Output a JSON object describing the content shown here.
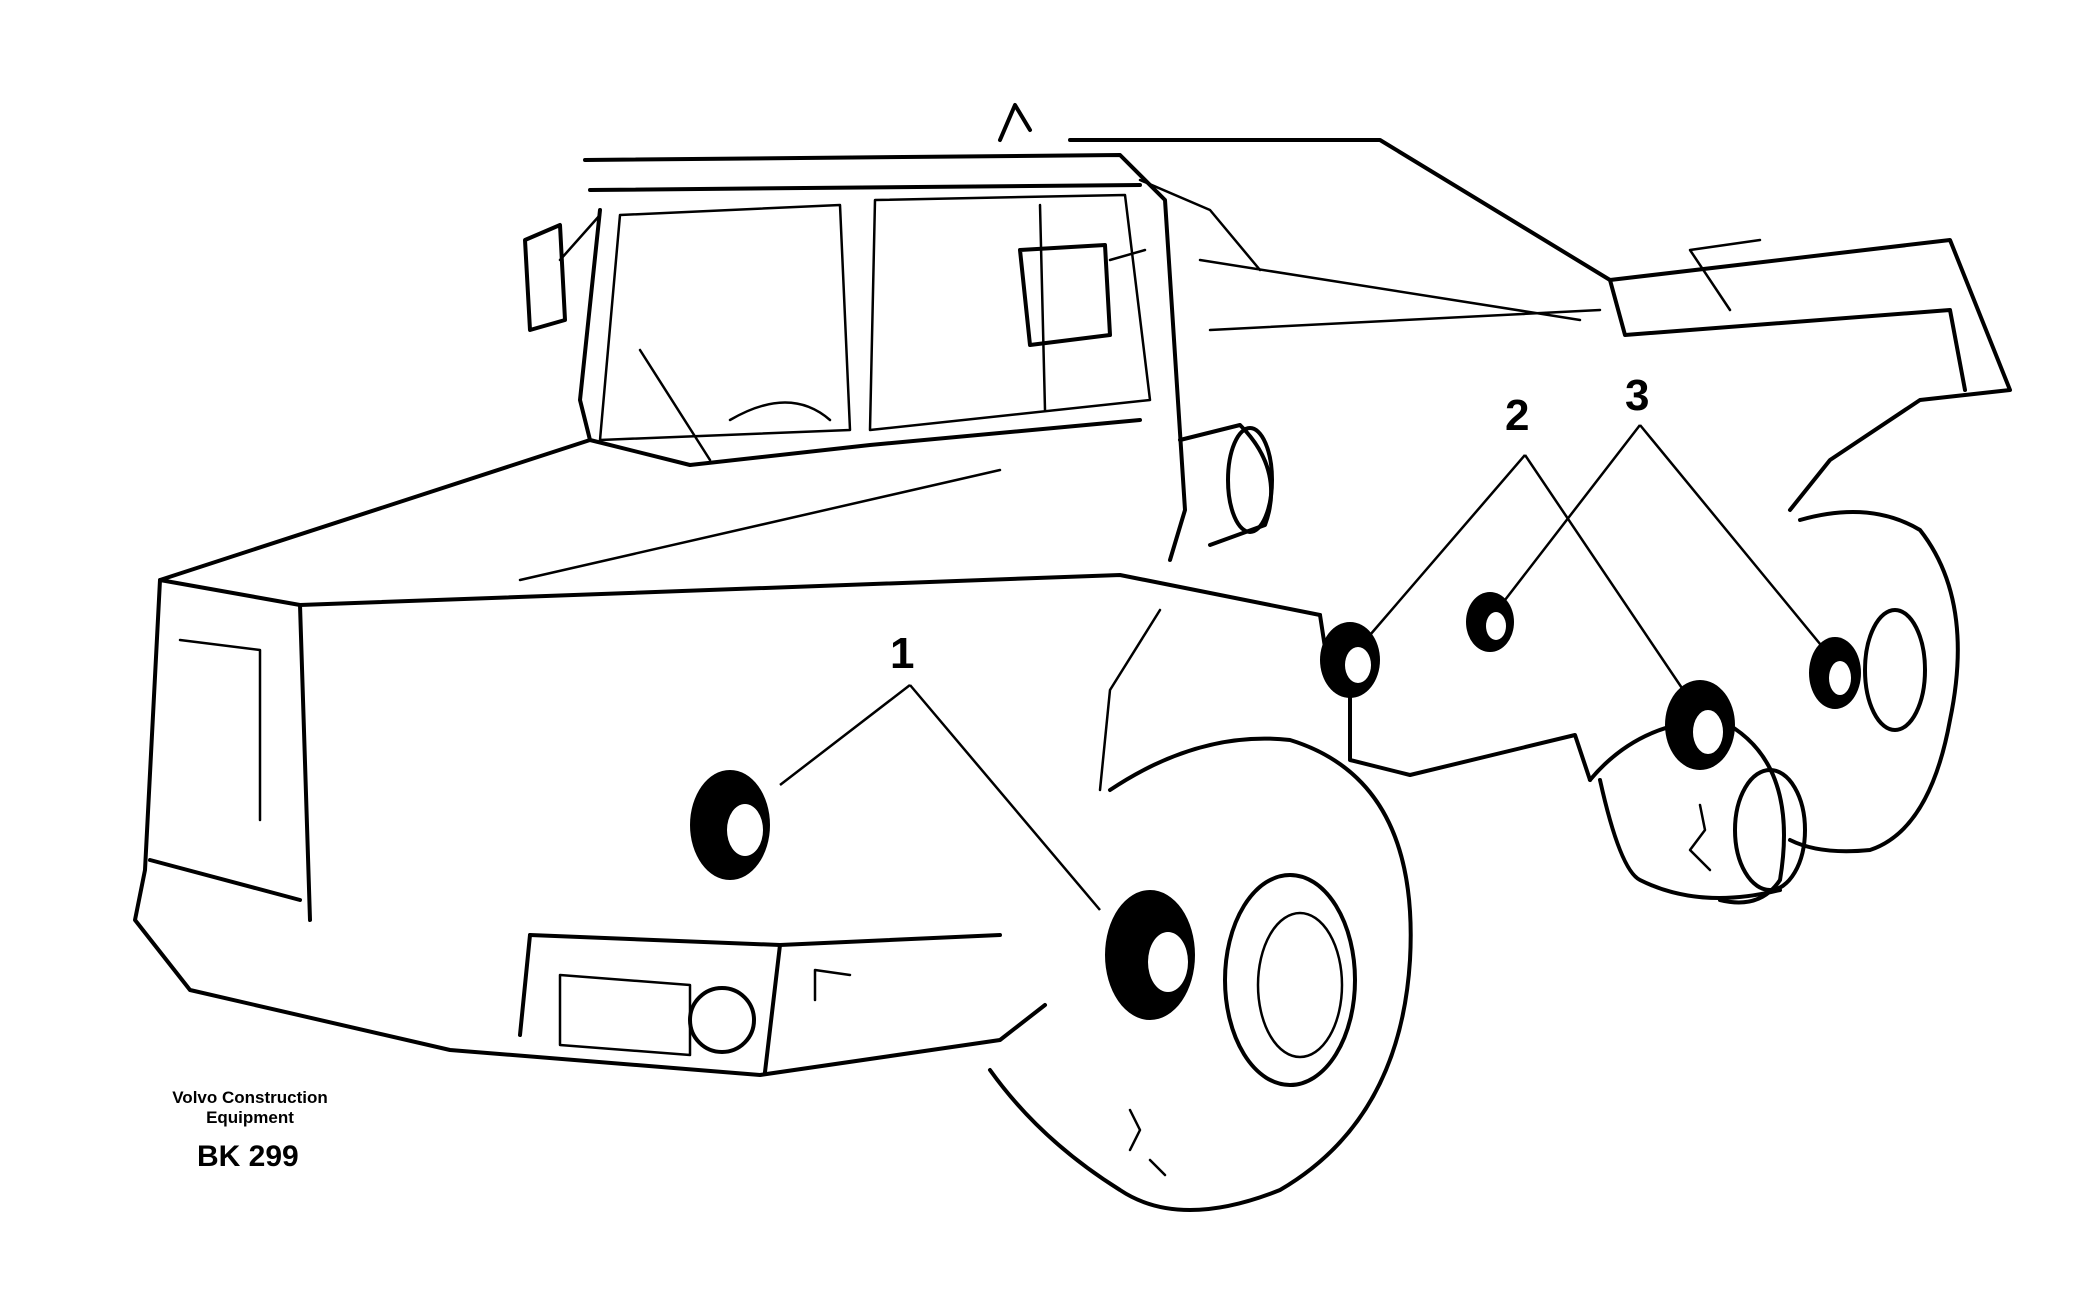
{
  "callouts": [
    {
      "label": "1"
    },
    {
      "label": "2"
    },
    {
      "label": "3"
    }
  ],
  "caption": {
    "company_line1": "Volvo Construction",
    "company_line2": "Equipment",
    "figure_id": "BK 299"
  },
  "colors": {
    "ink": "#000000",
    "paper": "#ffffff"
  }
}
